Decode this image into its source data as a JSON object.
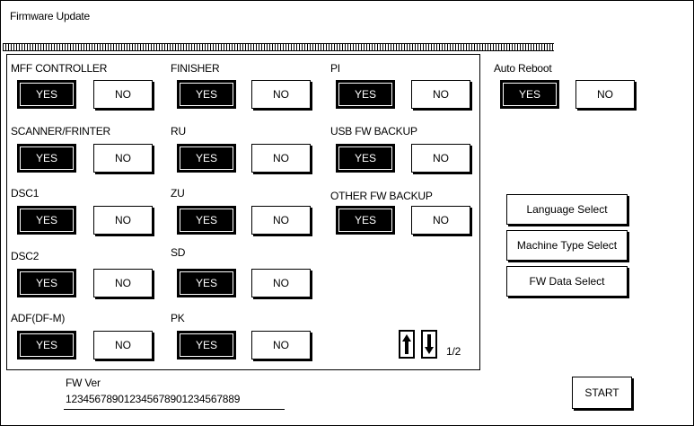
{
  "window": {
    "title": "Firmware Update"
  },
  "options": [
    {
      "label": "MFF CONTROLLER",
      "yes": "YES",
      "no": "NO",
      "selected": "YES"
    },
    {
      "label": "FINISHER",
      "yes": "YES",
      "no": "NO",
      "selected": "YES"
    },
    {
      "label": "PI",
      "yes": "YES",
      "no": "NO",
      "selected": "YES"
    },
    {
      "label": "SCANNER/FRINTER",
      "yes": "YES",
      "no": "NO",
      "selected": "YES"
    },
    {
      "label": "RU",
      "yes": "YES",
      "no": "NO",
      "selected": "YES"
    },
    {
      "label": "USB FW BACKUP",
      "yes": "YES",
      "no": "NO",
      "selected": "YES"
    },
    {
      "label": "DSC1",
      "yes": "YES",
      "no": "NO",
      "selected": "YES"
    },
    {
      "label": "ZU",
      "yes": "YES",
      "no": "NO",
      "selected": "YES"
    },
    {
      "label": "OTHER FW BACKUP",
      "yes": "YES",
      "no": "NO",
      "selected": "YES"
    },
    {
      "label": "DSC2",
      "yes": "YES",
      "no": "NO",
      "selected": "YES"
    },
    {
      "label": "SD",
      "yes": "YES",
      "no": "NO",
      "selected": "YES"
    },
    {
      "label": "ADF(DF-M)",
      "yes": "YES",
      "no": "NO",
      "selected": "YES"
    },
    {
      "label": "PK",
      "yes": "YES",
      "no": "NO",
      "selected": "YES"
    }
  ],
  "auto_reboot": {
    "label": "Auto Reboot",
    "yes": "YES",
    "no": "NO",
    "selected": "YES"
  },
  "paging": {
    "page_indicator": "1/2",
    "up_icon": "arrow-up-icon",
    "down_icon": "arrow-down-icon"
  },
  "actions": {
    "language_select": "Language Select",
    "machine_type_select": "Machine Type Select",
    "fw_data_select": "FW Data Select",
    "start": "START"
  },
  "fw_version": {
    "label": "FW Ver",
    "value": "123456789012345678901234567889"
  },
  "colors": {
    "selected_bg": "#000000",
    "unselected_bg": "#ffffff",
    "border": "#000000"
  }
}
